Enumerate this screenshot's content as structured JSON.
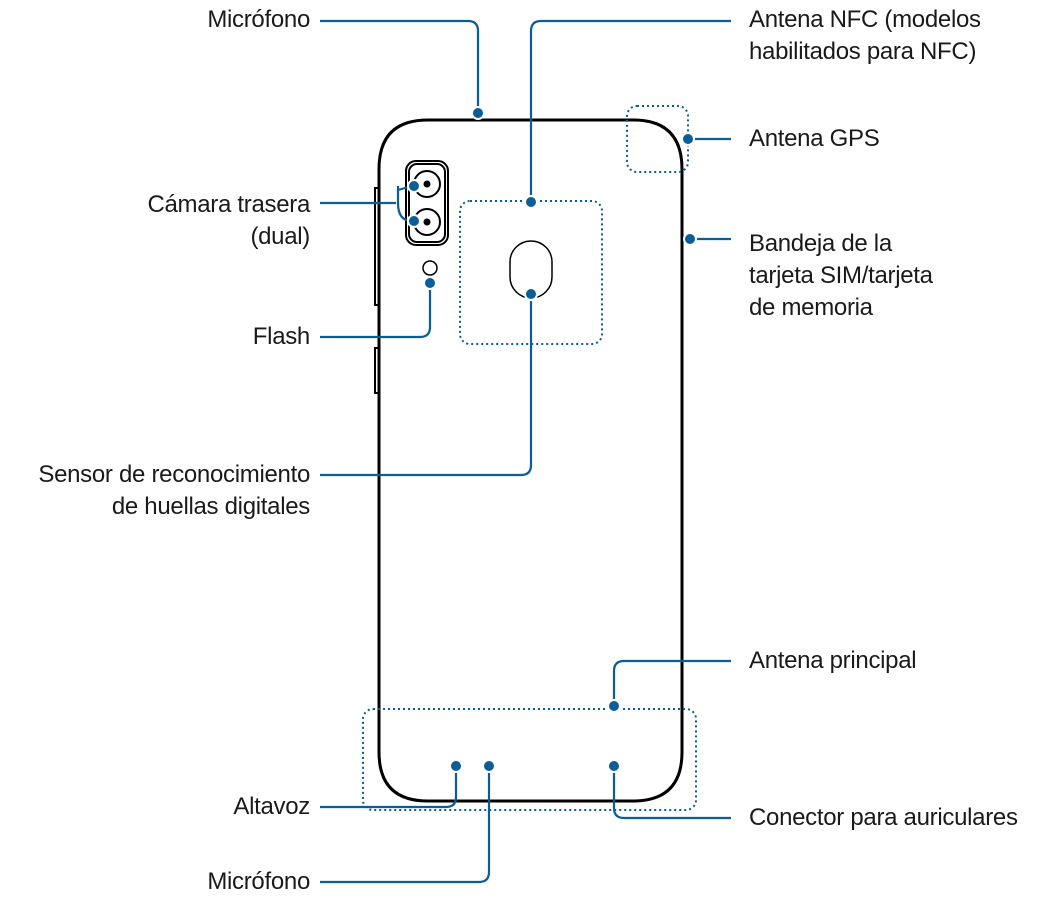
{
  "labels": {
    "mic_top": "Micrófono",
    "camera_line1": "Cámara trasera",
    "camera_line2": "(dual)",
    "flash": "Flash",
    "fingerprint_line1": "Sensor de reconocimiento",
    "fingerprint_line2": "de huellas digitales",
    "speaker": "Altavoz",
    "mic_bottom": "Micrófono",
    "nfc_line1": "Antena NFC (modelos",
    "nfc_line2": "habilitados para NFC)",
    "gps": "Antena GPS",
    "sim_line1": "Bandeja de la",
    "sim_line2": "tarjeta SIM/tarjeta",
    "sim_line3": "de memoria",
    "main_antenna": "Antena principal",
    "headphone": "Conector para auriculares"
  },
  "colors": {
    "leader": "#0a5e97",
    "outline": "#000000",
    "text": "#1a1a1a"
  }
}
